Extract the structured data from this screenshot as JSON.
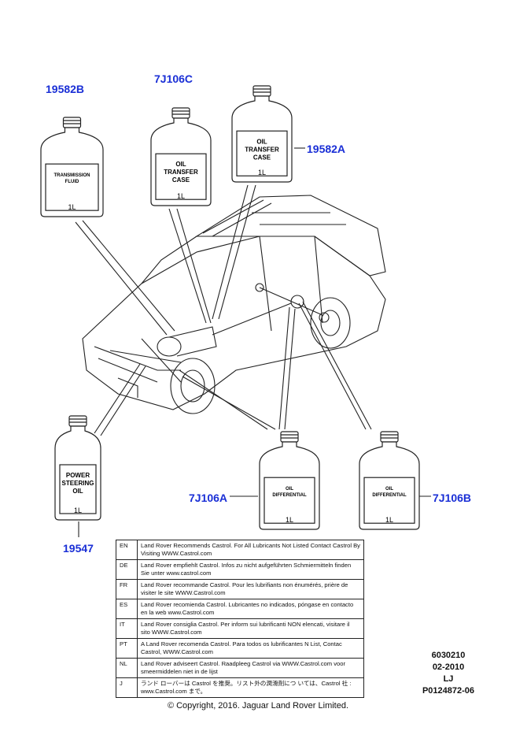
{
  "callouts": {
    "b1": "19582B",
    "b2": "7J106C",
    "b3": "19582A",
    "b4": "19547",
    "b5": "7J106A",
    "b6": "7J106B"
  },
  "bottles": [
    {
      "lines": [
        "TRANSMISSION",
        "FLUID"
      ],
      "size": "1L"
    },
    {
      "lines": [
        "OIL",
        "TRANSFER",
        "CASE"
      ],
      "size": "1L"
    },
    {
      "lines": [
        "OIL",
        "TRANSFER",
        "CASE"
      ],
      "size": "1L"
    },
    {
      "lines": [
        "POWER",
        "STEERING",
        "OIL"
      ],
      "size": "1L"
    },
    {
      "lines": [
        "OIL",
        "DIFFERENTIAL"
      ],
      "size": "1L"
    },
    {
      "lines": [
        "OIL",
        "DIFFERENTIAL"
      ],
      "size": "1L"
    }
  ],
  "languages": [
    {
      "code": "EN",
      "text": "Land Rover Recommends Castrol.  For All Lubricants Not Listed Contact Castrol By Visiting WWW.Castrol.com"
    },
    {
      "code": "DE",
      "text": "Land Rover empfiehlt Castrol.  Infos zu nicht aufgeführten Schmiermitteln finden Sie unter www.castrol.com"
    },
    {
      "code": "FR",
      "text": "Land Rover recommande Castrol. Pour les lubrifiants non énumérés, prière de visiter le site WWW.Castrol.com"
    },
    {
      "code": "ES",
      "text": "Land Rover recomienda Castrol.  Lubricantes no indicados, póngase en contacto en la web www.Castrol.com"
    },
    {
      "code": "IT",
      "text": "Land Rover consiglia Castrol.  Per inform sui lubrificanti NON elencati, visitare il sito WWW.Castrol.com"
    },
    {
      "code": "PT",
      "text": "A Land Rover recomenda Castrol.  Para todos os lubrificantes N List, Contac Castrol, WWW.Castrol.com"
    },
    {
      "code": "NL",
      "text": "Land Rover adviseert Castrol.  Raadpleeg Castrol via WWW.Castrol.com voor smeermiddelen niet in de lijst"
    },
    {
      "code": "J",
      "text": "ランド ローバーは Castrol を推奨。リスト外の潤滑剤につ いては、Castrol 社 : www.Castrol.com まで。"
    }
  ],
  "reference": {
    "code": "6030210",
    "date": "02-2010",
    "initials": "LJ",
    "illustration": "P0124872-06"
  },
  "copyright": "© Copyright, 2016. Jaguar Land Rover Limited."
}
